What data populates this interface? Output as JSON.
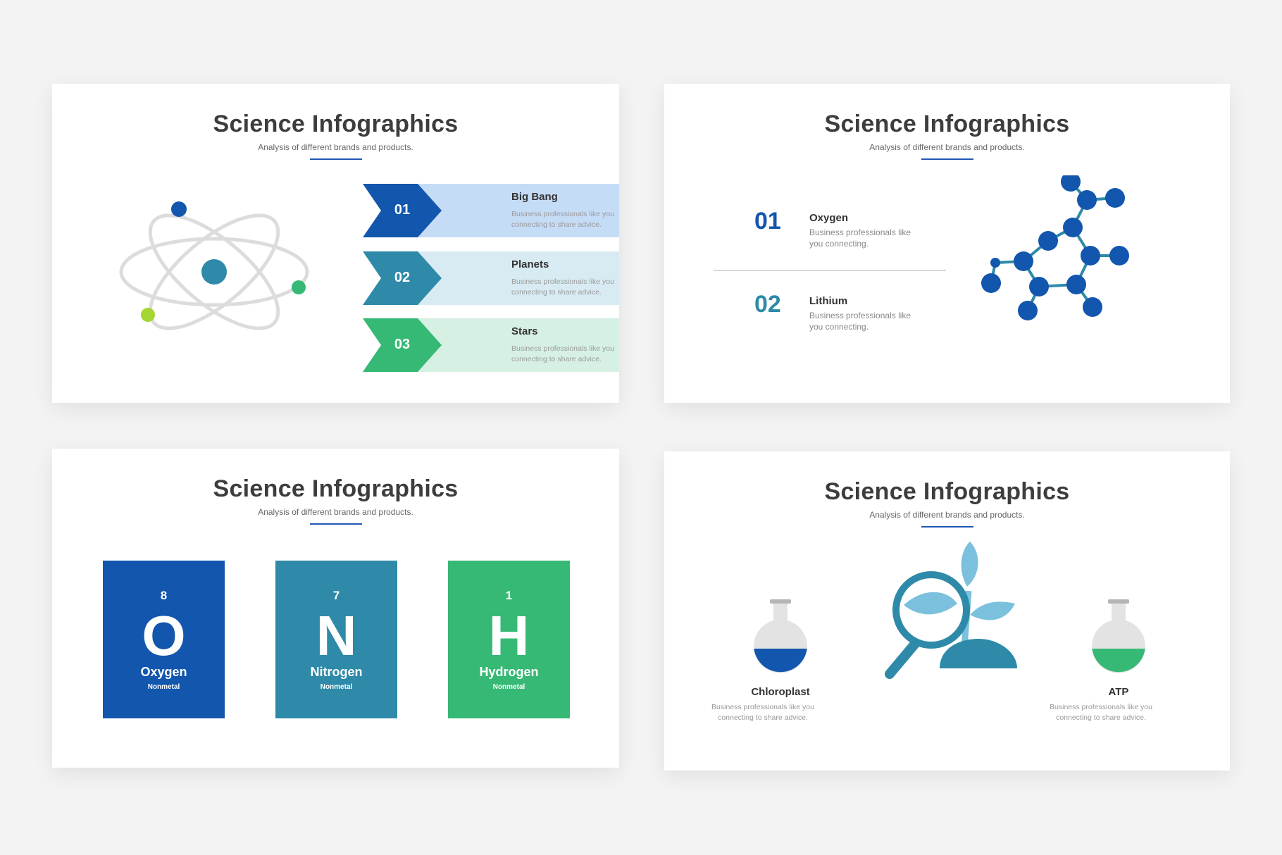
{
  "slides": [
    {
      "title": "Science Infographics",
      "subtitle": "Analysis of different brands and products.",
      "items": [
        {
          "num": "01",
          "label": "Big Bang",
          "desc": "Business professionals like you connecting to share advice."
        },
        {
          "num": "02",
          "label": "Planets",
          "desc": "Business professionals like you connecting to share advice."
        },
        {
          "num": "03",
          "label": "Stars",
          "desc": "Business professionals like you connecting to share advice."
        }
      ]
    },
    {
      "title": "Science Infographics",
      "subtitle": "Analysis of different brands and products.",
      "items": [
        {
          "num": "01",
          "label": "Oxygen",
          "desc": "Business professionals like you connecting."
        },
        {
          "num": "02",
          "label": "Lithium",
          "desc": "Business professionals like you connecting."
        }
      ]
    },
    {
      "title": "Science Infographics",
      "subtitle": "Analysis of different brands and products.",
      "elements": [
        {
          "number": "8",
          "symbol": "O",
          "name": "Oxygen",
          "category": "Nonmetal"
        },
        {
          "number": "7",
          "symbol": "N",
          "name": "Nitrogen",
          "category": "Nonmetal"
        },
        {
          "number": "1",
          "symbol": "H",
          "name": "Hydrogen",
          "category": "Nonmetal"
        }
      ]
    },
    {
      "title": "Science Infographics",
      "subtitle": "Analysis of different brands and products.",
      "items": [
        {
          "label": "Chloroplast",
          "desc": "Business professionals like you connecting to share advice."
        },
        {
          "label": "ATP",
          "desc": "Business professionals like you connecting to share advice."
        }
      ]
    }
  ],
  "colors": {
    "title": "#3d3d3d",
    "accent_blue": "#1256ad",
    "teal": "#2e8aa8",
    "green": "#36b974",
    "light_blue_band": "#c5dcf7",
    "light_teal_band": "#d8ebf3",
    "light_green_band": "#d6f1e3",
    "lime": "#a3d630",
    "leaf_light": "#7bc1dd"
  },
  "icons": [
    "atom-icon",
    "molecule-icon",
    "flask-icon",
    "magnifier-plant-icon"
  ]
}
